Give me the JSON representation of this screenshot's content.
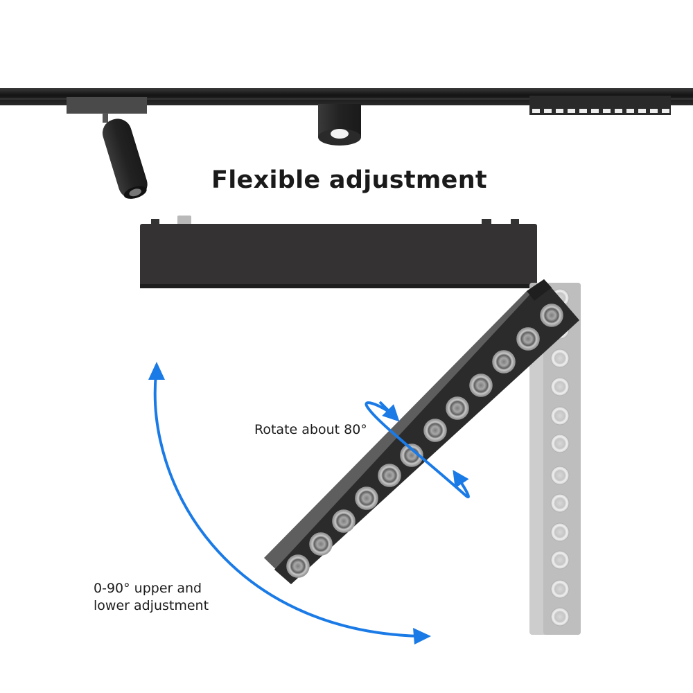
{
  "title": "Flexible adjustment",
  "labels": {
    "rotate": "Rotate about 80°",
    "adjust_line1": "0-90° upper and",
    "adjust_line2": "lower adjustment"
  },
  "products": {
    "track_rail": "magnetic-track-rail",
    "fixtures_on_track": [
      "adjustable-spotlight",
      "cylinder-downlight",
      "grille-linear-light"
    ],
    "main_fixture": "foldable-grille-linear-light",
    "led_count": 12
  },
  "colors": {
    "accent_blue": "#1a7ae6",
    "fixture_black": "#2f2f2f",
    "rail_black": "#1d1d1d",
    "ghost_gray": "#bdbdbd"
  }
}
